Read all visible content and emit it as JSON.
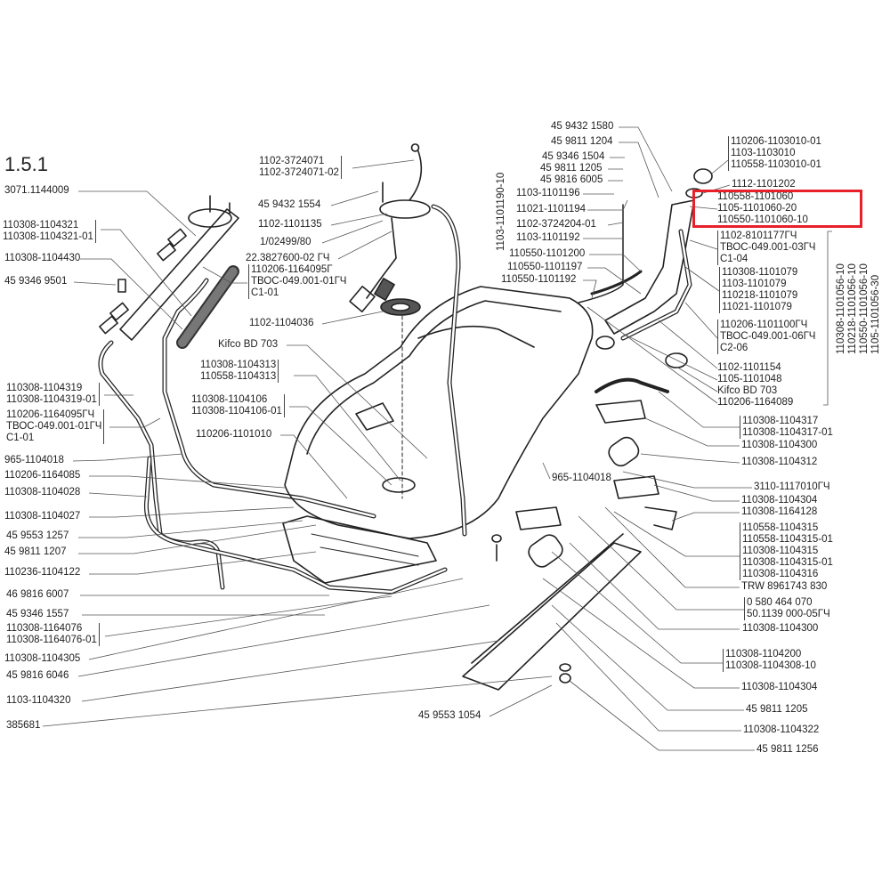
{
  "section": "1.5.1",
  "highlight_color": "#e8202a",
  "labels": [
    {
      "lines": [
        "3071.1144009"
      ]
    },
    {
      "lines": [
        "110308-1104321",
        "110308-1104321-01"
      ]
    },
    {
      "lines": [
        "110308-1104430"
      ]
    },
    {
      "lines": [
        "45 9346 9501"
      ]
    },
    {
      "lines": [
        "110308-1104319",
        "110308-1104319-01"
      ]
    },
    {
      "lines": [
        "110206-1164095ГЧ",
        "ТВОС-049.001-01ГЧ",
        "С1-01"
      ]
    },
    {
      "lines": [
        "965-1104018"
      ]
    },
    {
      "lines": [
        "110206-1164085"
      ]
    },
    {
      "lines": [
        "110308-1104028"
      ]
    },
    {
      "lines": [
        "110308-1104027"
      ]
    },
    {
      "lines": [
        "45 9553 1257"
      ]
    },
    {
      "lines": [
        "45 9811 1207"
      ]
    },
    {
      "lines": [
        "110236-1104122"
      ]
    },
    {
      "lines": [
        "46 9816 6007"
      ]
    },
    {
      "lines": [
        "45 9346 1557"
      ]
    },
    {
      "lines": [
        "110308-1164076",
        "110308-1164076-01"
      ]
    },
    {
      "lines": [
        "110308-1104305"
      ]
    },
    {
      "lines": [
        "45 9816 6046"
      ]
    },
    {
      "lines": [
        "1103-1104320"
      ]
    },
    {
      "lines": [
        "385681"
      ]
    },
    {
      "lines": [
        "1102-3724071",
        "1102-3724071-02"
      ]
    },
    {
      "lines": [
        "45 9432 1554"
      ]
    },
    {
      "lines": [
        "1102-1101135"
      ]
    },
    {
      "lines": [
        "1/02499/80"
      ]
    },
    {
      "lines": [
        "22.3827600-02 ГЧ"
      ]
    },
    {
      "lines": [
        "110206-1164095Г",
        "ТВОС-049.001-01ГЧ",
        "С1-01"
      ]
    },
    {
      "lines": [
        "1102-1104036"
      ]
    },
    {
      "lines": [
        "Kifco BD 703"
      ]
    },
    {
      "lines": [
        "110308-1104313",
        "110558-1104313"
      ]
    },
    {
      "lines": [
        "110308-1104106",
        "110308-1104106-01"
      ]
    },
    {
      "lines": [
        "110206-1101010"
      ]
    },
    {
      "lines": [
        "45 9432 1580"
      ]
    },
    {
      "lines": [
        "45 9811 1204"
      ]
    },
    {
      "lines": [
        "45 9346 1504"
      ]
    },
    {
      "lines": [
        "45 9811 1205"
      ]
    },
    {
      "lines": [
        "45 9816 6005"
      ]
    },
    {
      "lines": [
        "1103-1101196"
      ]
    },
    {
      "lines": [
        "11021-1101194"
      ]
    },
    {
      "lines": [
        "1102-3724204-01"
      ]
    },
    {
      "lines": [
        "1103-1101192"
      ]
    },
    {
      "lines": [
        "110550-1101200"
      ]
    },
    {
      "lines": [
        "110550-1101197"
      ]
    },
    {
      "lines": [
        "110550-1101192"
      ]
    },
    {
      "lines": [
        "110206-1103010-01",
        "1103-1103010",
        "110558-1103010-01"
      ]
    },
    {
      "lines": [
        "1112-1101202"
      ]
    },
    {
      "lines": [
        "110558-1101060",
        "1105-1101060-20",
        "110550-1101060-10"
      ]
    },
    {
      "lines": [
        "1102-8101177ГЧ",
        "ТВОС-049.001-03ГЧ",
        "С1-04"
      ]
    },
    {
      "lines": [
        "110308-1101079",
        "1103-1101079",
        "110218-1101079",
        "11021-1101079"
      ]
    },
    {
      "lines": [
        "110206-1101100ГЧ",
        "ТВОС-049.001-06ГЧ",
        "С2-06"
      ]
    },
    {
      "lines": [
        "1102-1101154"
      ]
    },
    {
      "lines": [
        "1105-1101048"
      ]
    },
    {
      "lines": [
        "Kifco BD 703"
      ]
    },
    {
      "lines": [
        "110206-1164089"
      ]
    },
    {
      "lines": [
        "110308-1104317",
        "110308-1104317-01"
      ]
    },
    {
      "lines": [
        "110308-1104300"
      ]
    },
    {
      "lines": [
        "110308-1104312"
      ]
    },
    {
      "lines": [
        "3110-1117010ГЧ"
      ]
    },
    {
      "lines": [
        "110308-1104304"
      ]
    },
    {
      "lines": [
        "110308-1164128"
      ]
    },
    {
      "lines": [
        "110558-1104315",
        "110558-1104315-01",
        "110308-1104315",
        "110308-1104315-01",
        "110308-1104316"
      ]
    },
    {
      "lines": [
        "TRW 8961743 830"
      ]
    },
    {
      "lines": [
        "0 580 464 070",
        "50.1139 000-05ГЧ"
      ]
    },
    {
      "lines": [
        "110308-1104300"
      ]
    },
    {
      "lines": [
        "110308-1104200",
        "110308-1104308-10"
      ]
    },
    {
      "lines": [
        "110308-1104304"
      ]
    },
    {
      "lines": [
        "45 9811 1205"
      ]
    },
    {
      "lines": [
        "110308-1104322"
      ]
    },
    {
      "lines": [
        "45 9811 1256"
      ]
    },
    {
      "lines": [
        "965-1104018"
      ]
    },
    {
      "lines": [
        "45 9553 1054"
      ]
    }
  ],
  "vertical_labels": [
    {
      "lines": [
        "1103-1101190-10"
      ]
    },
    {
      "lines": [
        "110308-1101056-10",
        "110218-1101056-10",
        "110550-1101056-10",
        "1105-1101056-30"
      ]
    }
  ]
}
